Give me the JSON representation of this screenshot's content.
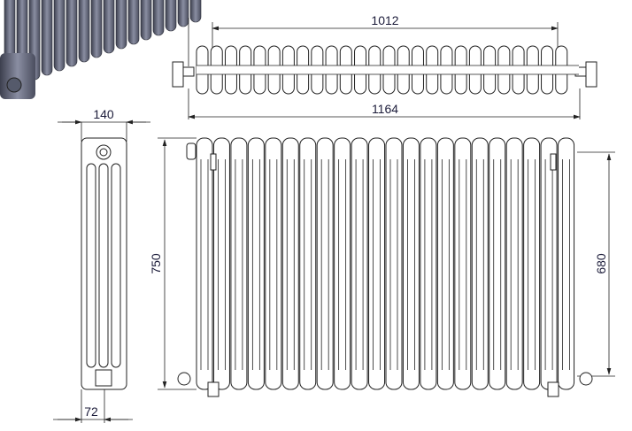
{
  "drawing": {
    "dimensions": {
      "top_inner_width": "1012",
      "top_overall_width": "1164",
      "side_depth": "140",
      "side_bottom_offset": "72",
      "front_height": "750",
      "front_connection_height": "680"
    },
    "front_sections": 22,
    "top_sections": 26,
    "render_color": "#6b6f82"
  }
}
